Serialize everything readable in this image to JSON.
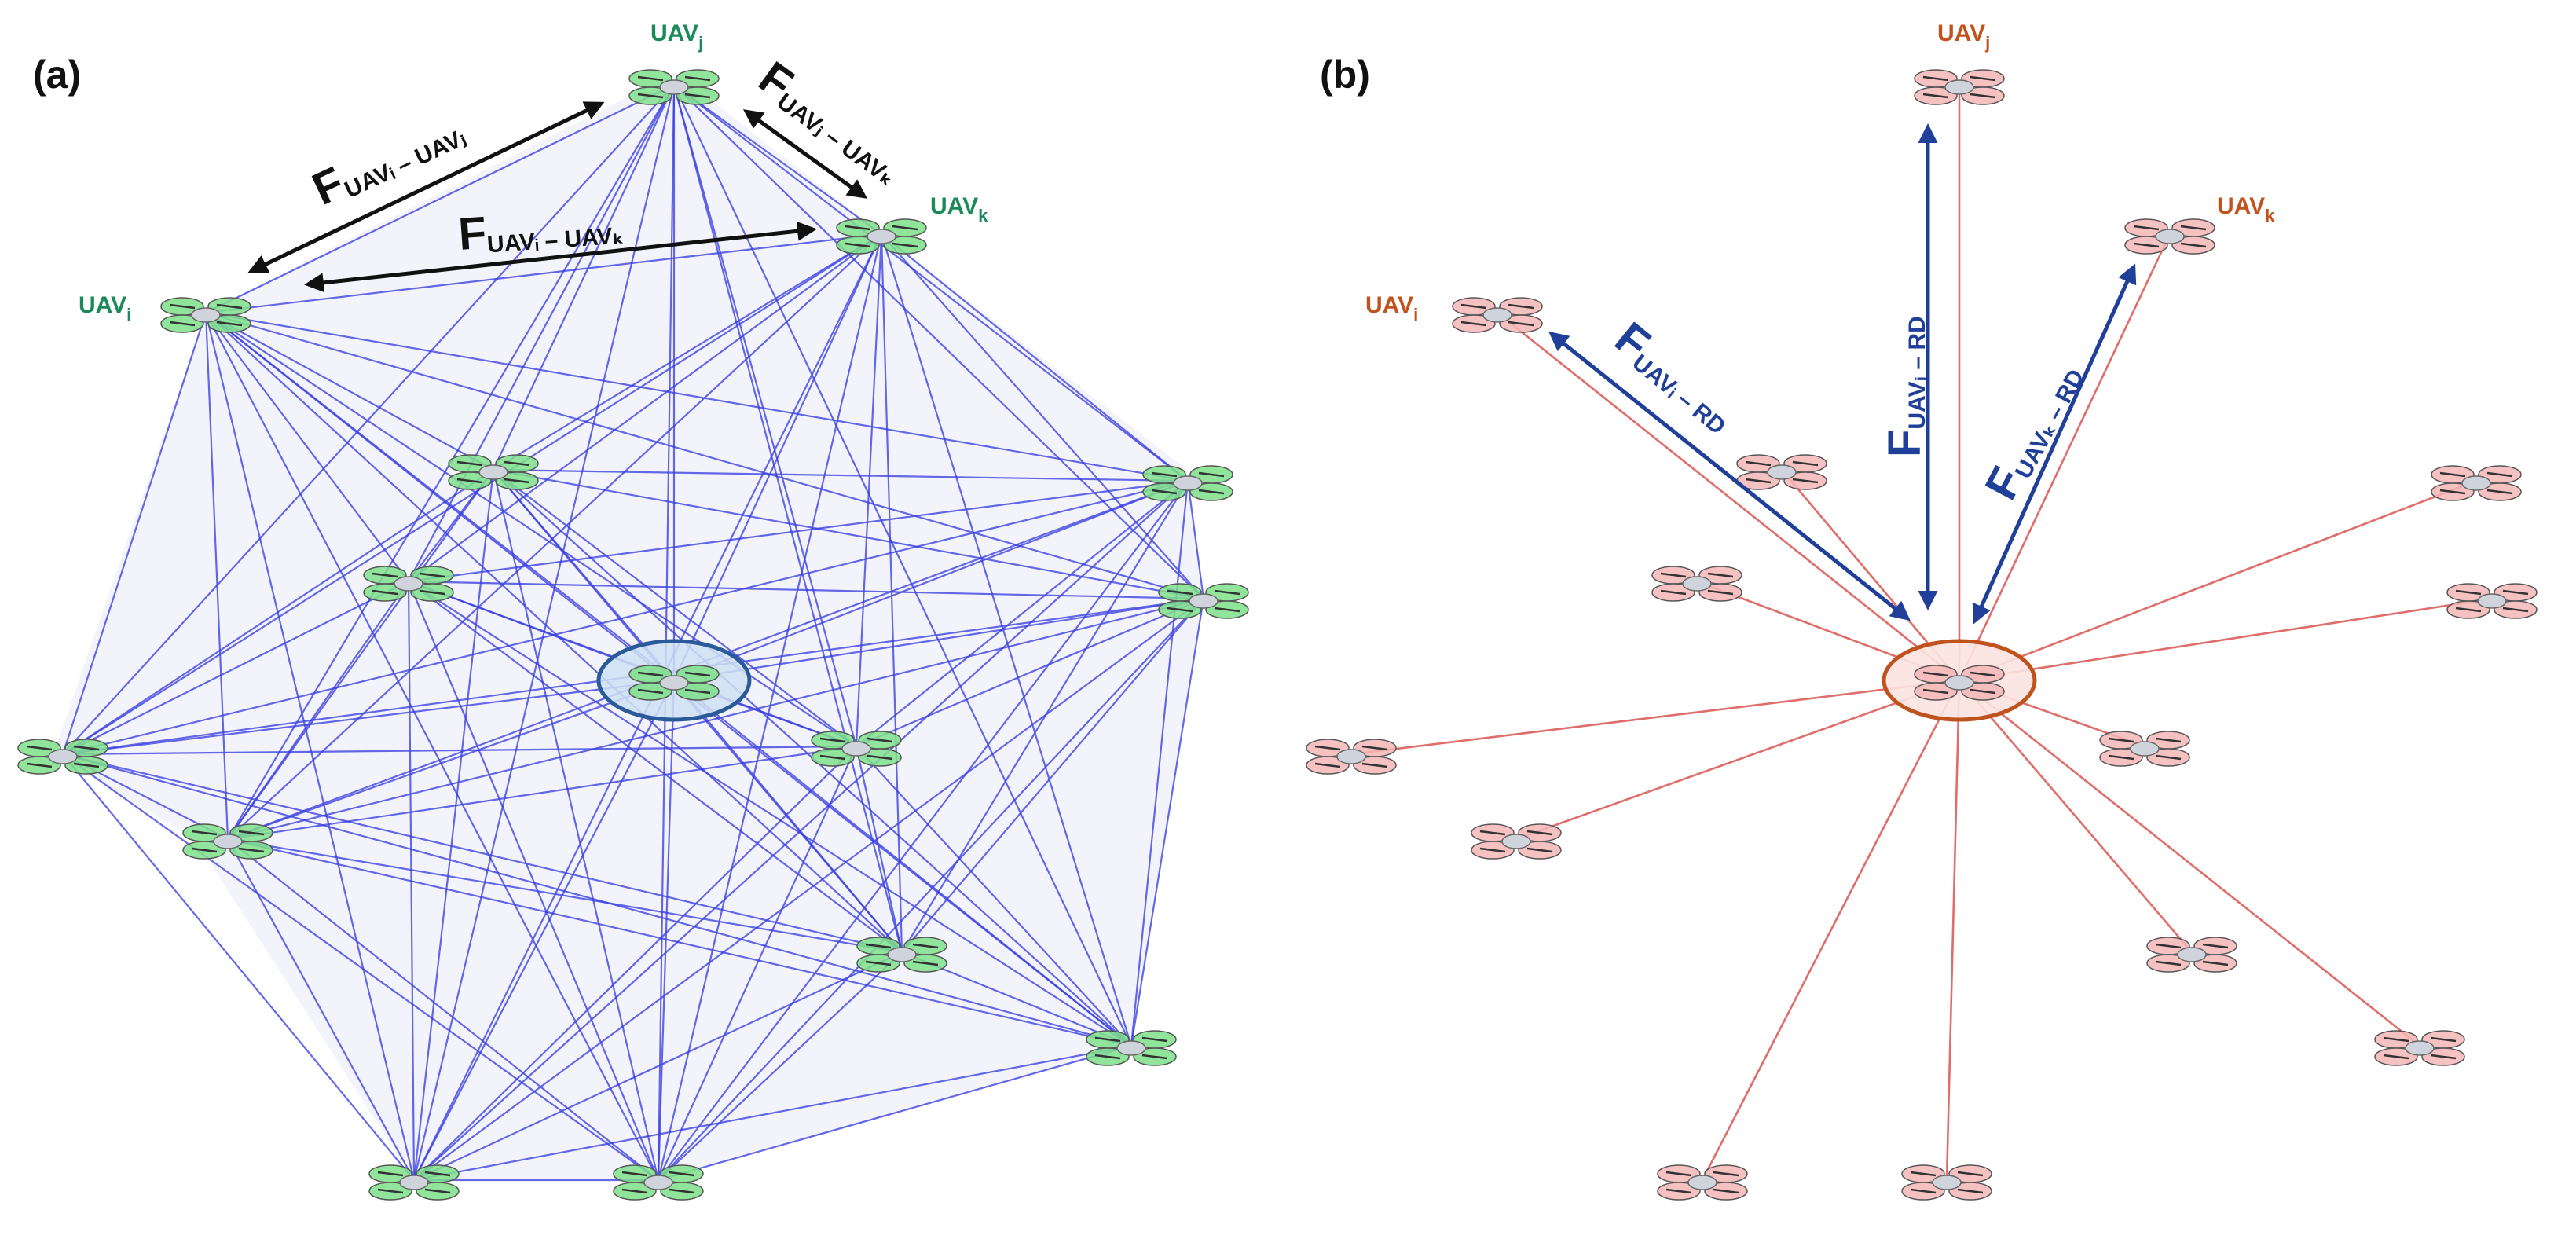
{
  "panels": [
    {
      "id": "a",
      "label": "(a)",
      "scheme": "mesh",
      "color": "#1a8a5a",
      "edge_color": "#3a3ee0",
      "drone_color": "#7ee08a"
    },
    {
      "id": "b",
      "label": "(b)",
      "scheme": "star",
      "color": "#c0521e",
      "edge_color": "#d9534f",
      "drone_color": "#f4b6b6"
    }
  ],
  "uav_labels": {
    "i": {
      "base": "UAV",
      "sub": "i"
    },
    "j": {
      "base": "UAV",
      "sub": "j"
    },
    "k": {
      "base": "UAV",
      "sub": "k"
    }
  },
  "forces_a": [
    {
      "name": "force-ij",
      "main": "F",
      "sub": "UAVᵢ – UAVⱼ"
    },
    {
      "name": "force-jk",
      "main": "F",
      "sub": "UAVⱼ – UAVₖ"
    },
    {
      "name": "force-ik",
      "main": "F",
      "sub": "UAVᵢ – UAVₖ"
    }
  ],
  "forces_b": [
    {
      "name": "force-i-rd",
      "main": "F",
      "sub": "UAVᵢ – RD"
    },
    {
      "name": "force-j-rd",
      "main": "F",
      "sub": "UAVⱼ – RD"
    },
    {
      "name": "force-k-rd",
      "main": "F",
      "sub": "UAVₖ – RD"
    }
  ],
  "colors": {
    "arrow_black": "#111111",
    "arrow_blue": "#1f3f99",
    "hull_fill": "#f3f4fb",
    "center_fill_a": "#cfe0f2",
    "center_stroke_a": "#2a5a99",
    "center_fill_b": "#fbe3e0",
    "center_stroke_b": "#c0521e"
  }
}
